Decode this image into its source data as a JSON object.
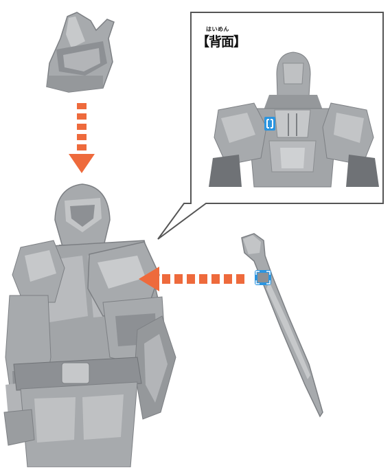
{
  "inset": {
    "reading": "はいめん",
    "label": "【背面】"
  },
  "colors": {
    "arrow": "#ee6a3c",
    "marker": "#2b95e0",
    "part_fill": "#a7aaad",
    "part_dark": "#707377",
    "part_light": "#c9cbcd",
    "callout_border": "#555555"
  },
  "icons": [
    "helmet-part",
    "cape-part",
    "figure-body",
    "back-view",
    "connection-marker"
  ]
}
